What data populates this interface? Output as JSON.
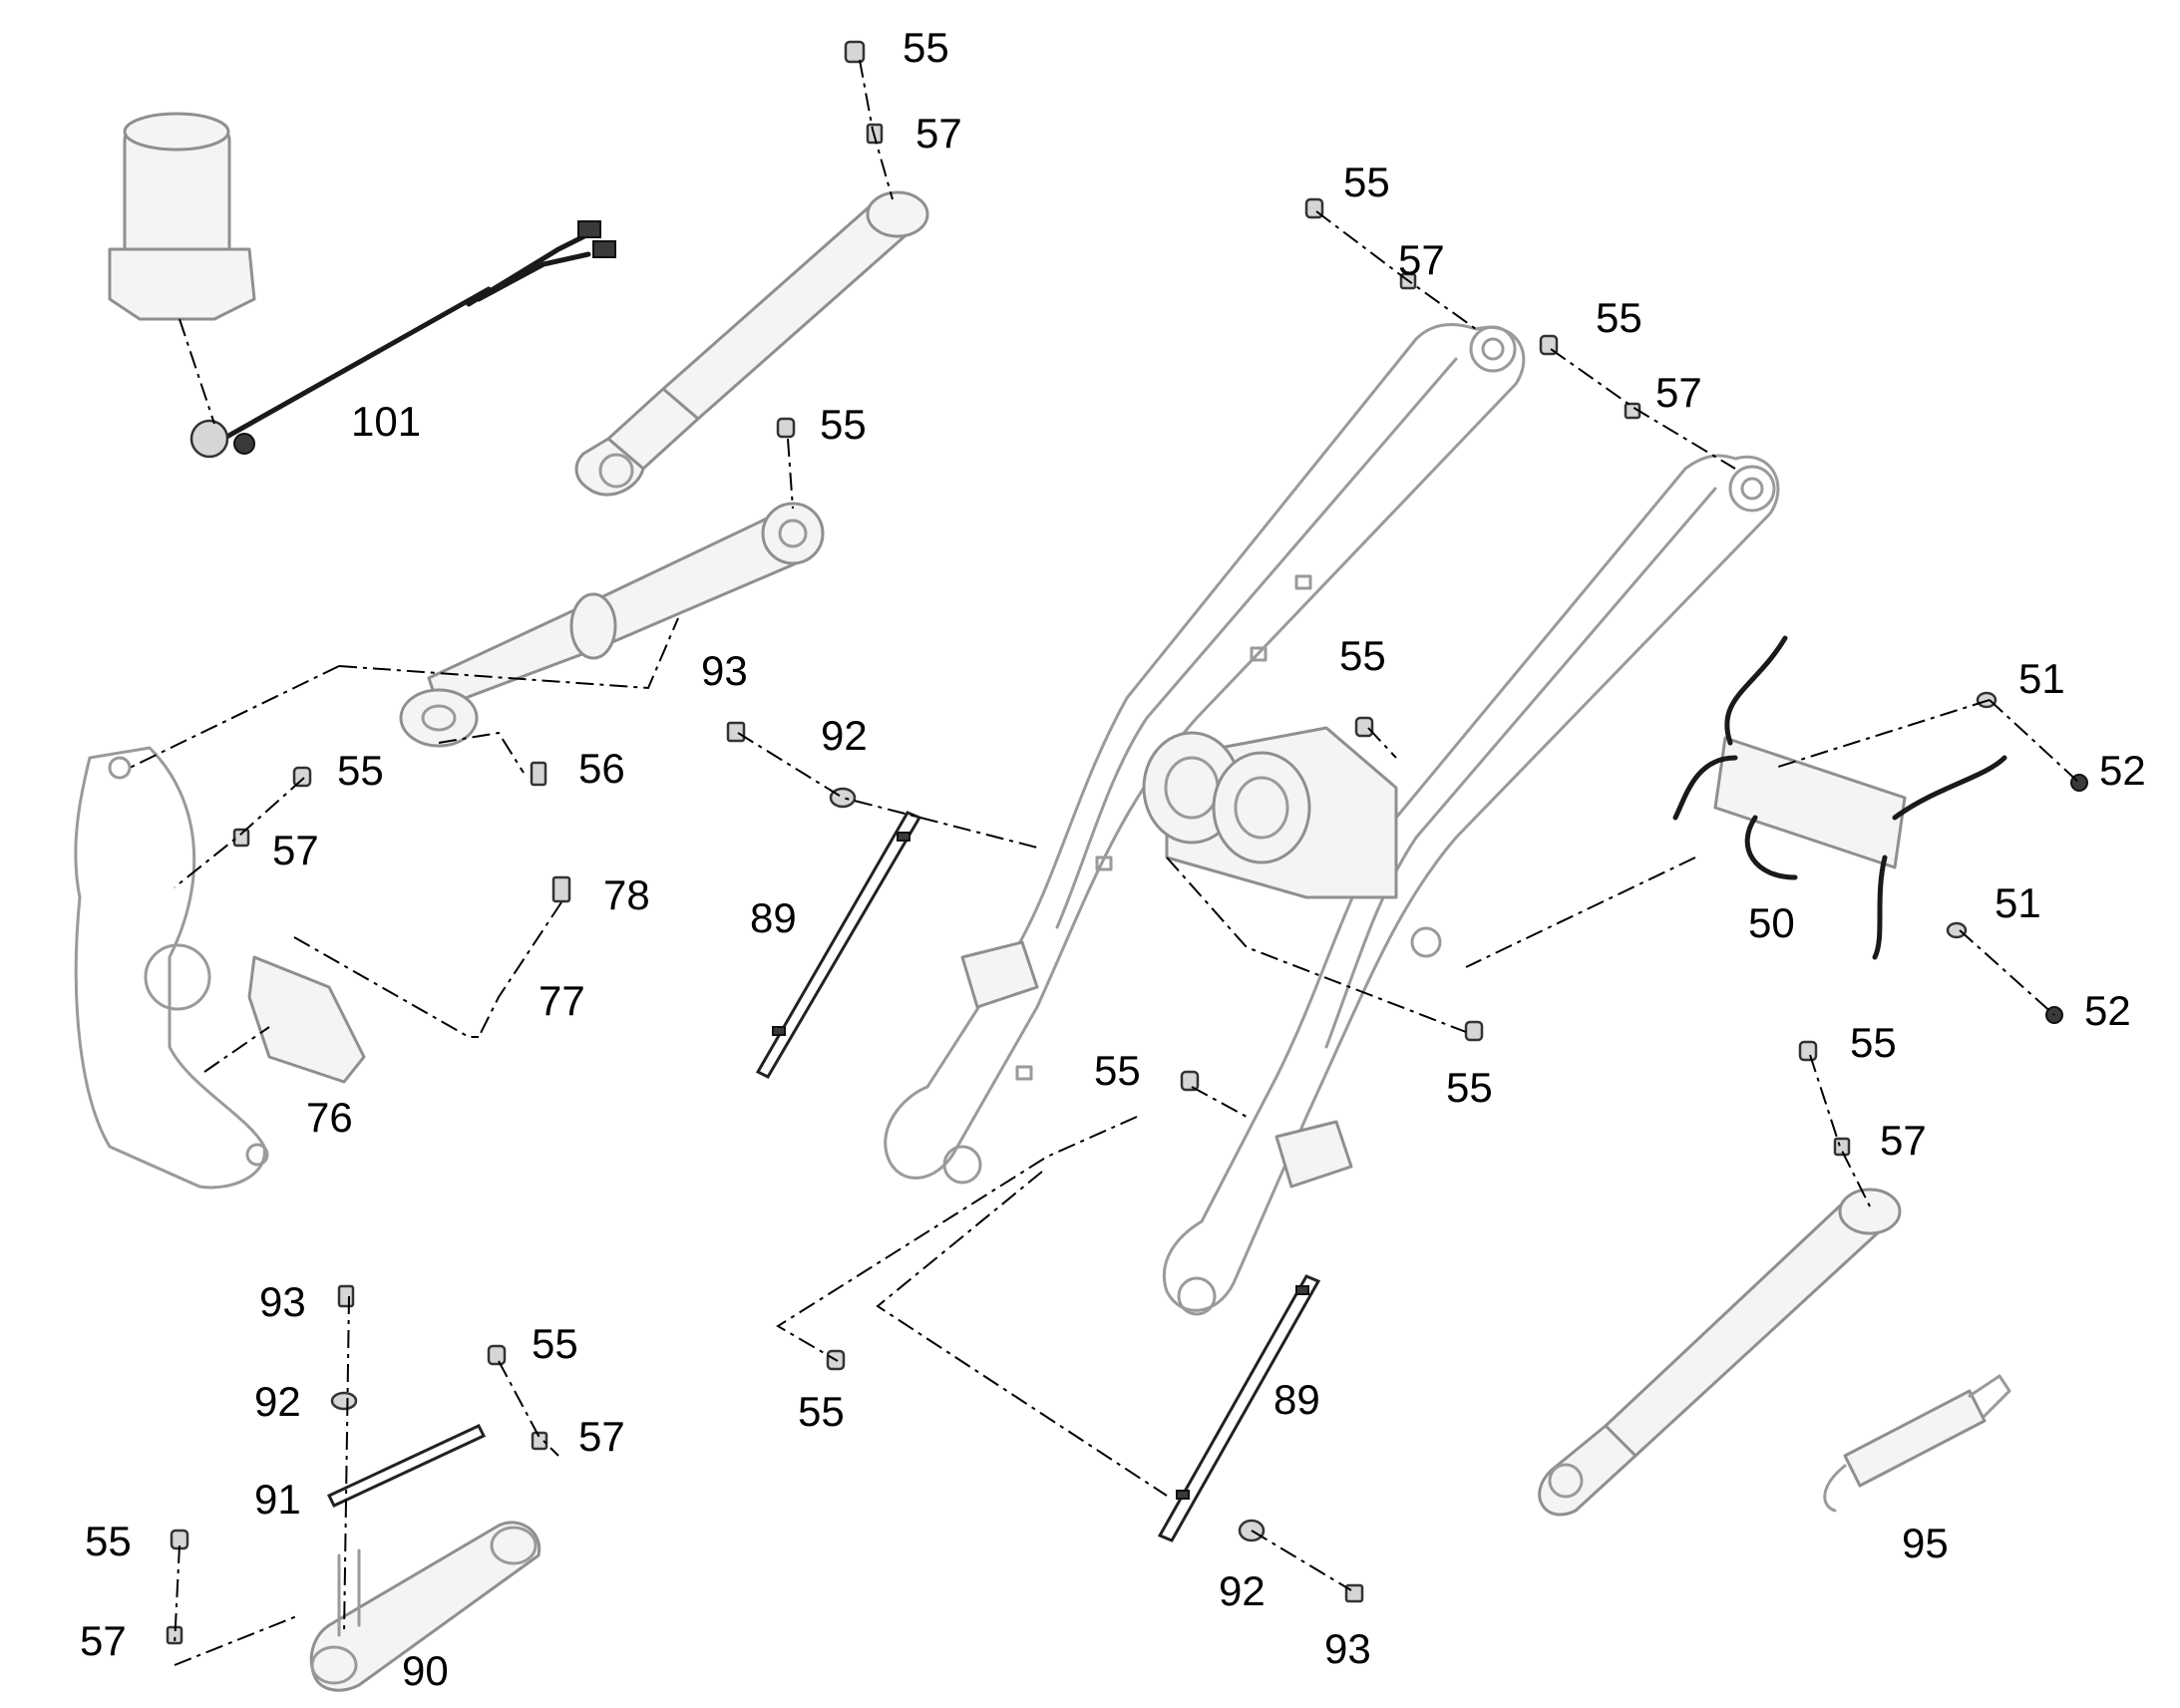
{
  "callouts": [
    {
      "id": "c-55-a",
      "text": "55"
    },
    {
      "id": "c-57-a",
      "text": "57"
    },
    {
      "id": "c-101",
      "text": "101"
    },
    {
      "id": "c-55-b",
      "text": "55"
    },
    {
      "id": "c-55-c",
      "text": "55"
    },
    {
      "id": "c-57-c",
      "text": "57"
    },
    {
      "id": "c-55-d",
      "text": "55"
    },
    {
      "id": "c-57-d",
      "text": "57"
    },
    {
      "id": "c-55-e",
      "text": "55"
    },
    {
      "id": "c-55-f",
      "text": "55"
    },
    {
      "id": "c-57-f",
      "text": "57"
    },
    {
      "id": "c-56",
      "text": "56"
    },
    {
      "id": "c-93-a",
      "text": "93"
    },
    {
      "id": "c-92-a",
      "text": "92"
    },
    {
      "id": "c-78",
      "text": "78"
    },
    {
      "id": "c-77",
      "text": "77"
    },
    {
      "id": "c-89-a",
      "text": "89"
    },
    {
      "id": "c-76",
      "text": "76"
    },
    {
      "id": "c-51-a",
      "text": "51"
    },
    {
      "id": "c-52-a",
      "text": "52"
    },
    {
      "id": "c-51-b",
      "text": "51"
    },
    {
      "id": "c-50",
      "text": "50"
    },
    {
      "id": "c-52-b",
      "text": "52"
    },
    {
      "id": "c-55-g",
      "text": "55"
    },
    {
      "id": "c-55-h",
      "text": "55"
    },
    {
      "id": "c-55-i",
      "text": "55"
    },
    {
      "id": "c-57-i",
      "text": "57"
    },
    {
      "id": "c-93-b",
      "text": "93"
    },
    {
      "id": "c-55-j",
      "text": "55"
    },
    {
      "id": "c-92-b",
      "text": "92"
    },
    {
      "id": "c-57-j",
      "text": "57"
    },
    {
      "id": "c-55-k",
      "text": "55"
    },
    {
      "id": "c-89-b",
      "text": "89"
    },
    {
      "id": "c-91",
      "text": "91"
    },
    {
      "id": "c-55-l",
      "text": "55"
    },
    {
      "id": "c-57-l",
      "text": "57"
    },
    {
      "id": "c-92-c",
      "text": "92"
    },
    {
      "id": "c-93-c",
      "text": "93"
    },
    {
      "id": "c-90",
      "text": "90"
    },
    {
      "id": "c-95",
      "text": "95"
    }
  ]
}
